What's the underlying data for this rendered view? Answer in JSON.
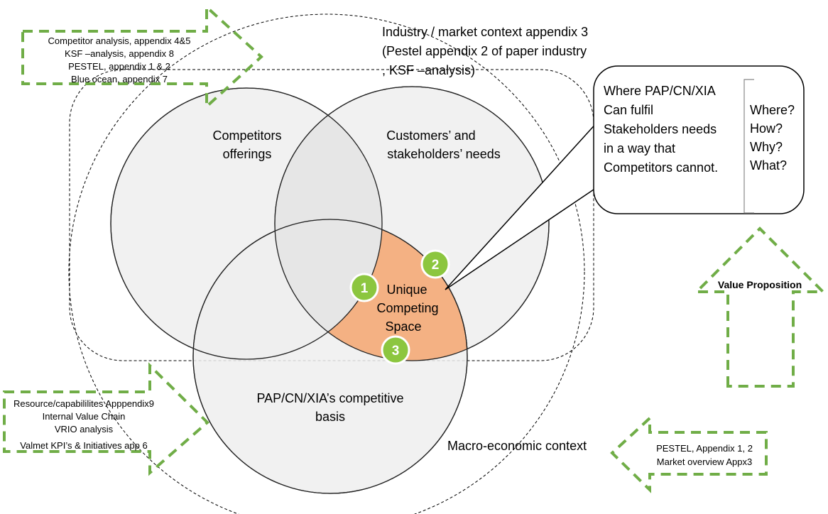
{
  "top_left_arrow": {
    "lines": [
      "Competitor analysis, appendix 4&5",
      "KSF –analysis, appendix 8",
      "PESTEL, appendix 1 & 2",
      "Blue ocean, appendix 7"
    ]
  },
  "industry_context": {
    "lines": [
      "Industry / market context appendix 3",
      "(Pestel appendix 2 of paper industry",
      ", KSF –analysis)"
    ]
  },
  "circles": {
    "competitors": [
      "Competitors",
      "offerings"
    ],
    "customers": [
      "Customers’ and",
      "stakeholders’ needs"
    ],
    "basis": [
      "PAP/CN/XIA’s competitive",
      "basis"
    ]
  },
  "unique_space": [
    "Unique",
    "Competing",
    "Space"
  ],
  "markers": [
    "1",
    "2",
    "3"
  ],
  "callout": {
    "lines": [
      "Where PAP/CN/XIA",
      "Can fulfil",
      "Stakeholders needs",
      "in a way that",
      "Competitors cannot."
    ],
    "questions": [
      "Where?",
      "How?",
      "Why?",
      "What?"
    ]
  },
  "value_proposition": "Value Proposition",
  "macro_context": "Macro-economic context",
  "bottom_left_arrow": {
    "lines": [
      "Resource/capabililites Apppendix9",
      "Internal Value Chain",
      "VRIO analysis",
      "Valmet KPI’s & Initiatives app 6"
    ]
  },
  "bottom_right_arrow": {
    "lines": [
      "PESTEL, Appendix 1, 2",
      "Market overview Appx3"
    ]
  },
  "colors": {
    "green": "#70ad47",
    "marker": "#8cc63f",
    "unique": "#f4b183",
    "circle_fill": "#efefef"
  }
}
